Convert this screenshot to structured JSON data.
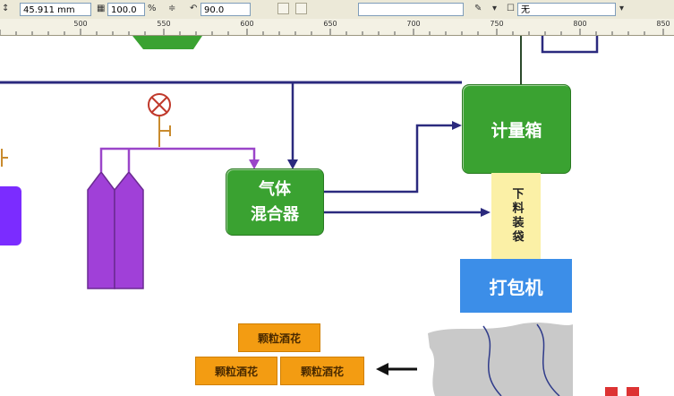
{
  "toolbar": {
    "width_value": "45.911 mm",
    "scale_value": "100.0",
    "scale_unit": "%",
    "angle_value": "90.0",
    "outline_value": "无"
  },
  "ruler": {
    "labels": [
      "500",
      "550",
      "600",
      "650",
      "700",
      "750",
      "800",
      "850"
    ]
  },
  "diagram": {
    "mixer_label": "气体\n混合器",
    "meter_label": "计量箱",
    "bag_label": "下料装袋",
    "packer_label": "打包机",
    "hop_labels": [
      "颗粒酒花",
      "颗粒酒花",
      "颗粒酒花"
    ]
  },
  "colors": {
    "line": "#2b2a7e",
    "gas_line": "#9b45c9",
    "cylinder": "#a040d8",
    "box_green": "#3aa231",
    "packer_blue": "#3c8ee8",
    "bag_yellow": "#fbf0a6",
    "hop_orange": "#f39c12",
    "valve_red": "#c0392b"
  }
}
